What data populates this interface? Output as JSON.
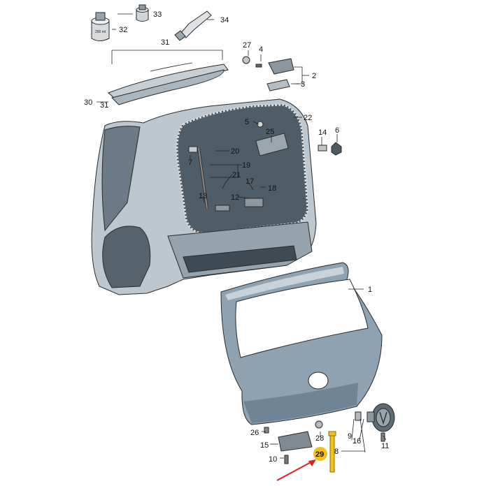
{
  "callouts": {
    "c1": "1",
    "c2": "2",
    "c3": "3",
    "c4": "4",
    "c5": "5",
    "c6": "6",
    "c7": "7",
    "c8": "8",
    "c9": "9",
    "c10": "10",
    "c11": "11",
    "c12": "12",
    "c13": "13",
    "c14": "14",
    "c15": "15",
    "c16": "16",
    "c17": "17",
    "c18": "18",
    "c19": "19",
    "c20": "20",
    "c21": "21",
    "c22": "22",
    "c25": "25",
    "c26": "26",
    "c27": "27",
    "c28": "28",
    "c29": "29",
    "c30": "30",
    "c31a": "31",
    "c31b": "31",
    "c32": "32",
    "c33": "33",
    "c34": "34"
  },
  "bottle_label": "250 ml",
  "highlight": {
    "part": "29",
    "color": "#f2c21b",
    "arrow_color": "#e02020"
  },
  "colors": {
    "body": "#bcc7cf",
    "tailgate": "#8ea2b2",
    "dark": "#4b5862",
    "seal": "#7d8d99"
  }
}
